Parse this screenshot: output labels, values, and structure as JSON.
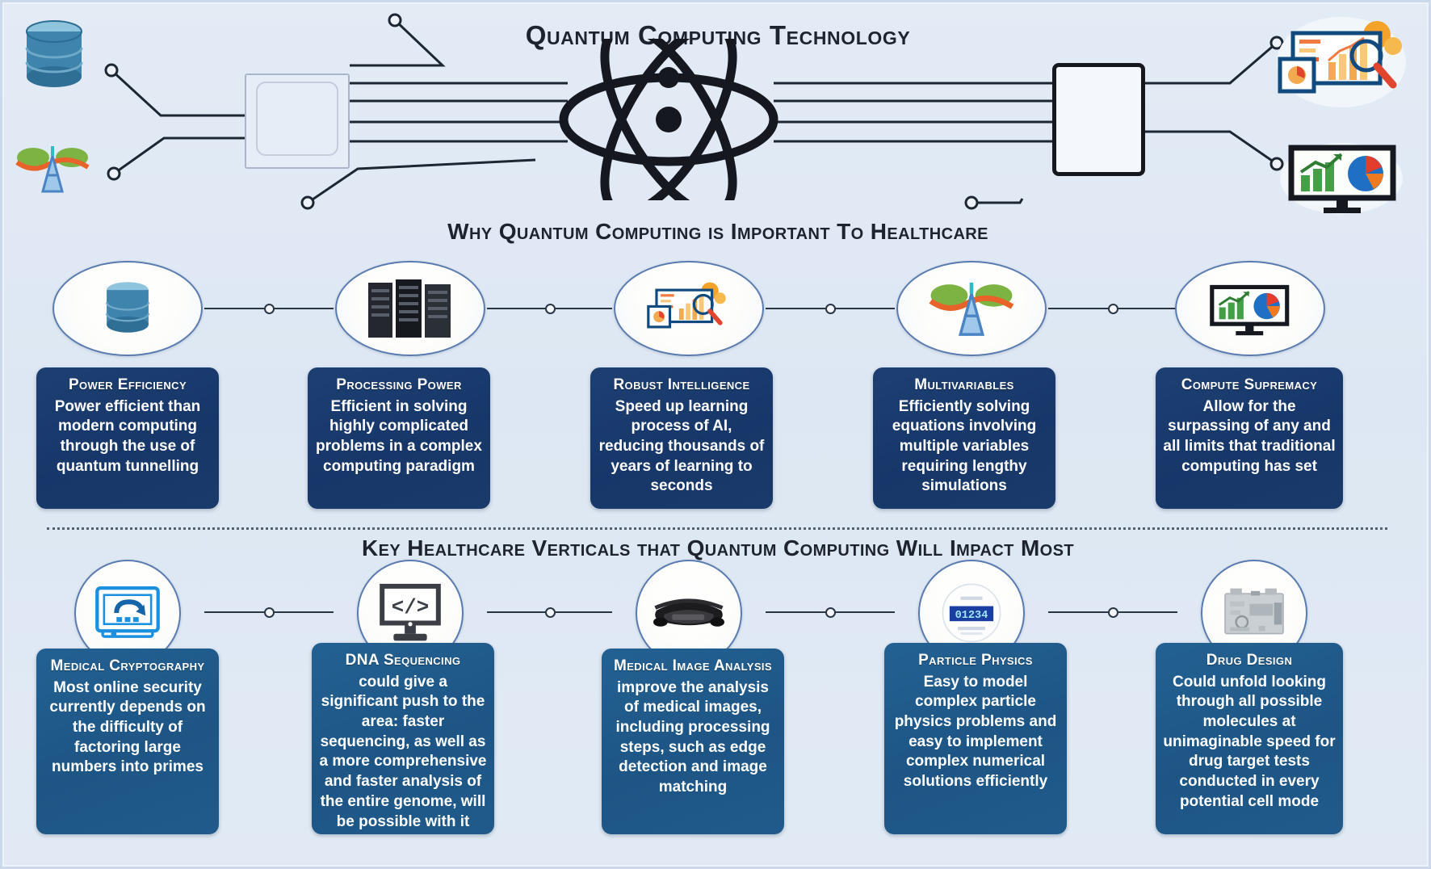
{
  "meta": {
    "bg_color": "#e1eaf4",
    "card_dark": "#1d3f71",
    "card_mid": "#236192",
    "heading_color": "#1d2430"
  },
  "header": {
    "title": "Quantum Computing Technology",
    "pictos": [
      {
        "name": "database-cylinder-icon",
        "label": "database"
      },
      {
        "name": "network-tower-icon",
        "label": "network tower"
      },
      {
        "name": "smartphone-outline-icon",
        "label": "smartphone"
      },
      {
        "name": "atom-orbit-icon",
        "label": "atom"
      },
      {
        "name": "tablet-device-icon",
        "label": "tablet"
      },
      {
        "name": "data-analytics-dashboard-icon",
        "label": "analytics dashboard"
      },
      {
        "name": "chart-monitor-icon",
        "label": "chart monitor"
      }
    ]
  },
  "section1": {
    "heading": "Why Quantum Computing is Important To Healthcare",
    "nodes": [
      {
        "icon": "database-cylinder-icon"
      },
      {
        "icon": "server-rack-icon"
      },
      {
        "icon": "data-analytics-dashboard-icon"
      },
      {
        "icon": "network-tower-icon"
      },
      {
        "icon": "chart-monitor-icon"
      }
    ],
    "cards": [
      {
        "title": "Power Efficiency",
        "body": "Power efficient than modern computing through the use of quantum tunnelling"
      },
      {
        "title": "Processing Power",
        "body": "Efficient in solving highly complicated problems in a complex computing paradigm"
      },
      {
        "title": "Robust Intelligence",
        "body": "Speed up learning process of AI, reducing thousands of years of learning to seconds"
      },
      {
        "title": "Multivariables",
        "body": "Efficiently solving equations involving multiple variables requiring lengthy simulations"
      },
      {
        "title": "Compute Supremacy",
        "body": "Allow for the surpassing of any and all limits that traditional computing has set"
      }
    ]
  },
  "section2": {
    "heading": "Key Healthcare Verticals that Quantum Computing Will Impact Most",
    "nodes": [
      {
        "icon": "encrypted-screen-icon"
      },
      {
        "icon": "code-monitor-icon"
      },
      {
        "icon": "ar-headset-icon"
      },
      {
        "icon": "particle-detector-icon"
      },
      {
        "icon": "circuit-board-icon"
      }
    ],
    "cards": [
      {
        "title": "Medical Cryptography",
        "body": "Most online security currently depends on the difficulty of factoring large numbers into primes"
      },
      {
        "title": "DNA Sequencing",
        "body": "could give a significant push to the area: faster sequencing, as well as a more comprehensive and faster analysis of the entire genome, will be possible with it"
      },
      {
        "title": "Medical Image Analysis",
        "body": "improve the analysis of medical images, including processing steps, such as edge detection and image matching"
      },
      {
        "title": "Particle Physics",
        "body": "Easy to model complex particle physics problems and easy to implement complex numerical solutions efficiently"
      },
      {
        "title": "Drug Design",
        "body": "Could unfold looking through all possible molecules at unimaginable speed for drug target tests conducted in every potential cell mode"
      }
    ]
  }
}
